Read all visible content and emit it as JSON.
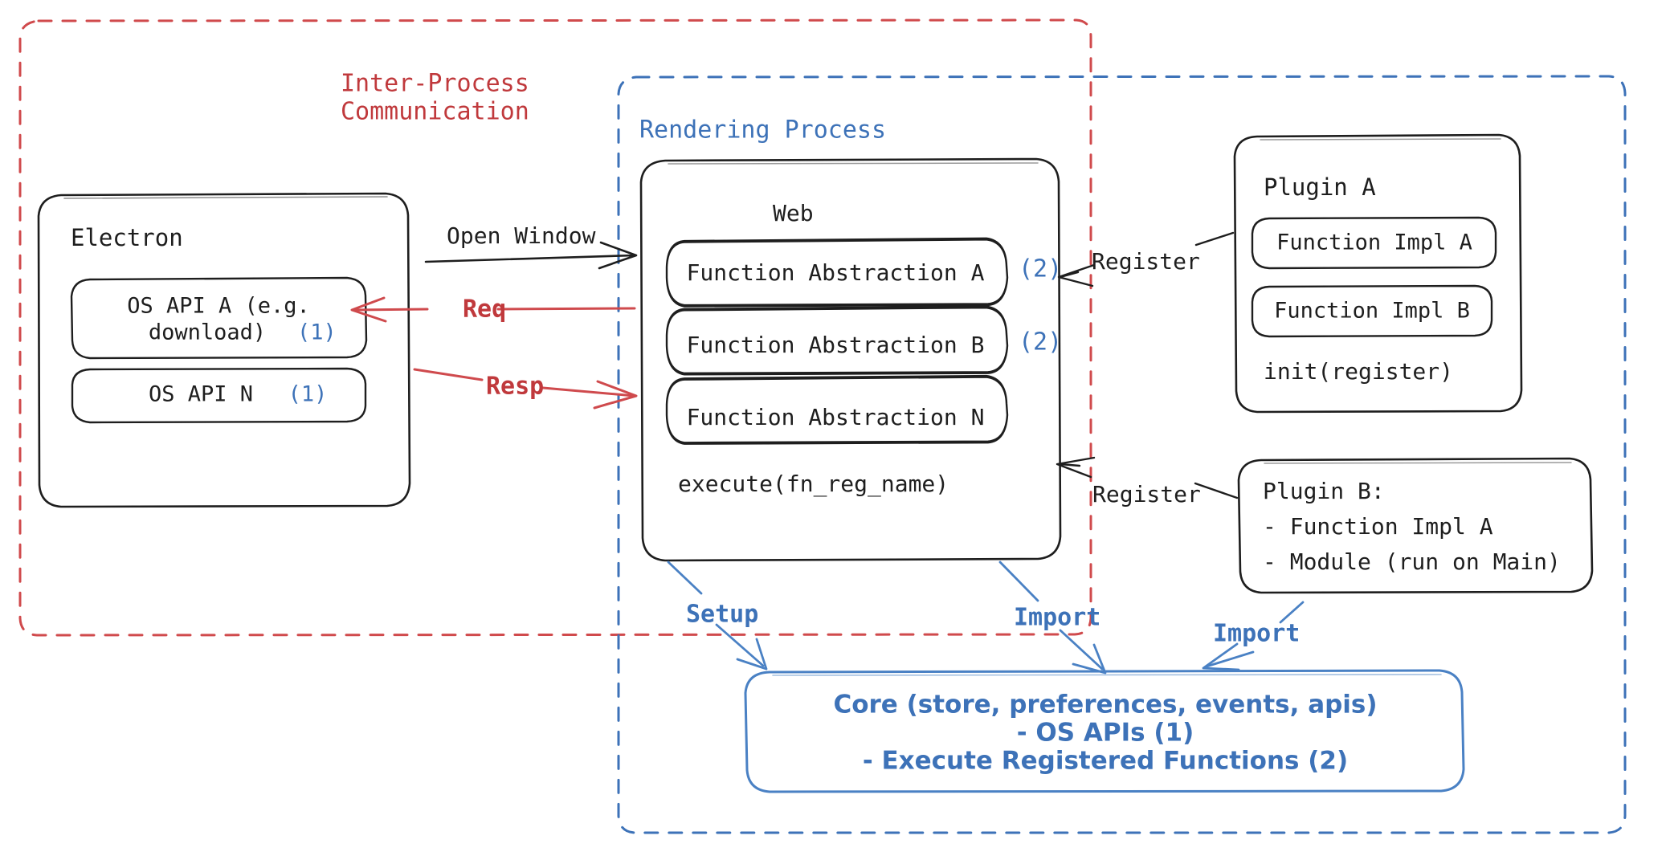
{
  "diagram": {
    "title": "Electron plugin architecture",
    "colors": {
      "ipc_red": "#c0393c",
      "process_blue": "#3d72b8",
      "ink": "#1e1e1e",
      "background": "#ffffff"
    },
    "containers": {
      "ipc": {
        "label_line1": "Inter-Process",
        "label_line2": "Communication",
        "style": "dashed",
        "color": "#c0393c"
      },
      "rendering": {
        "label": "Rendering Process",
        "style": "dashed",
        "color": "#3d72b8"
      }
    },
    "nodes": {
      "electron": {
        "title": "Electron",
        "items": [
          {
            "line1": "OS API A (e.g.",
            "line2": "download)",
            "badge": "(1)"
          },
          {
            "line1": "OS API N",
            "line2": "",
            "badge": "(1)"
          }
        ]
      },
      "web": {
        "title": "Web",
        "items": [
          {
            "label": "Function Abstraction A",
            "badge": "(2)"
          },
          {
            "label": "Function Abstraction B",
            "badge": "(2)"
          },
          {
            "label": "Function Abstraction N",
            "badge": ""
          }
        ],
        "footer": "execute(fn_reg_name)"
      },
      "plugin_a": {
        "title": "Plugin A",
        "items": [
          {
            "label": "Function Impl A"
          },
          {
            "label": "Function Impl B"
          }
        ],
        "footer": "init(register)"
      },
      "plugin_b": {
        "lines": [
          "Plugin B:",
          "- Function Impl A",
          "- Module (run on Main)"
        ]
      },
      "core": {
        "lines": [
          "Core (store, preferences, events, apis)",
          "- OS APIs (1)",
          "- Execute Registered Functions (2)"
        ]
      }
    },
    "edges": [
      {
        "id": "open-window",
        "label": "Open Window",
        "color": "#1e1e1e",
        "from": "electron",
        "to": "web"
      },
      {
        "id": "req",
        "label": "Req",
        "color": "#cf4a4d",
        "from": "web",
        "to": "electron"
      },
      {
        "id": "resp",
        "label": "Resp",
        "color": "#cf4a4d",
        "from": "electron",
        "to": "web"
      },
      {
        "id": "register-a",
        "label": "Register",
        "color": "#1e1e1e",
        "from": "plugin_a",
        "to": "web"
      },
      {
        "id": "register-b",
        "label": "Register",
        "color": "#1e1e1e",
        "from": "plugin_b",
        "to": "web"
      },
      {
        "id": "setup",
        "label": "Setup",
        "color": "#4a81c4",
        "from": "web",
        "to": "core"
      },
      {
        "id": "import-web",
        "label": "Import",
        "color": "#4a81c4",
        "from": "web",
        "to": "core"
      },
      {
        "id": "import-plugin",
        "label": "Import",
        "color": "#4a81c4",
        "from": "plugin_b",
        "to": "core"
      }
    ]
  }
}
